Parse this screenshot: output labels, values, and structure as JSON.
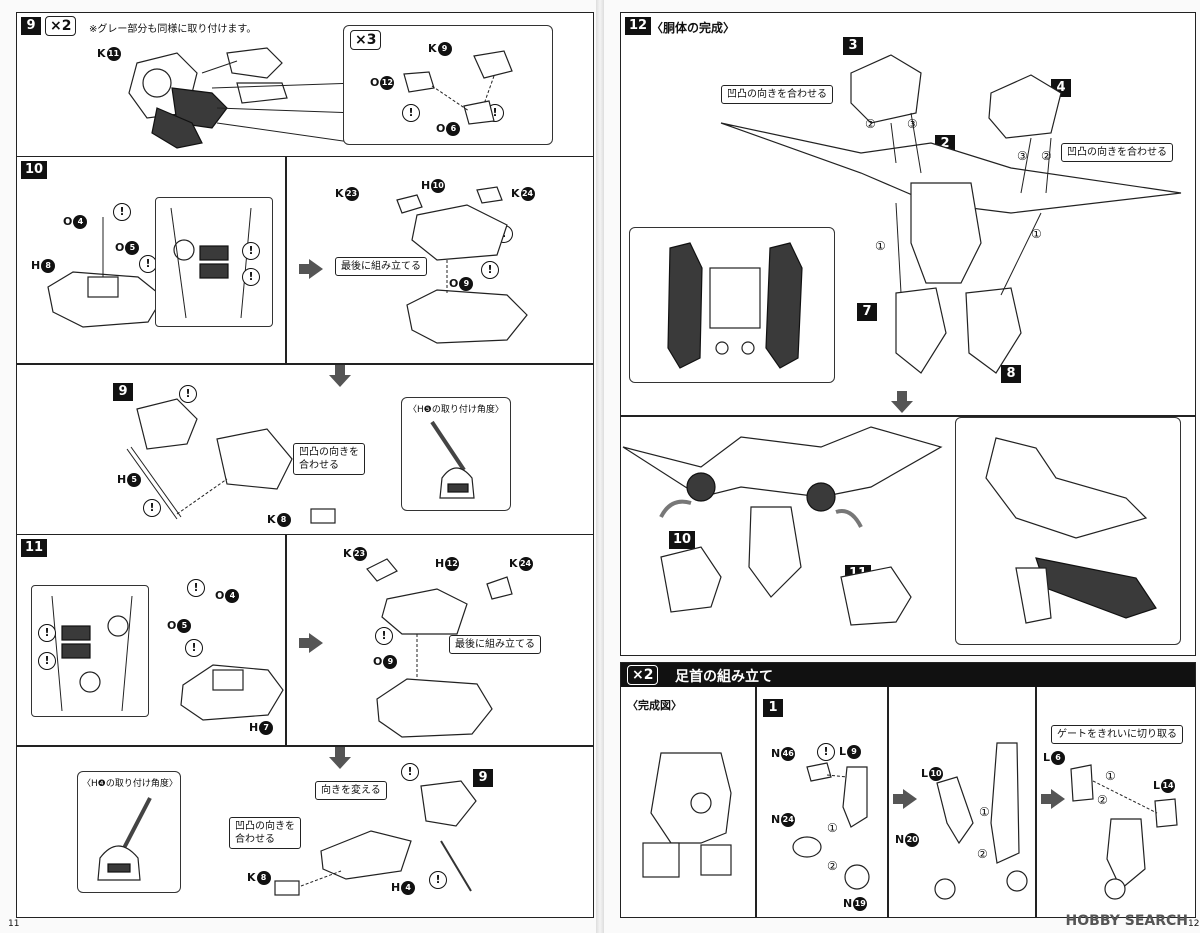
{
  "left_page": {
    "page_number": "11",
    "step9": {
      "number": "9",
      "multiplier": "×2",
      "note": "※グレー部分も同様に取り付けます。",
      "sub_multiplier": "×3",
      "labels": {
        "k11": "K",
        "k11_num": "11",
        "k9": "K",
        "k9_num": "9",
        "o12": "O",
        "o12_num": "12",
        "o6": "O",
        "o6_num": "6"
      }
    },
    "step10": {
      "number": "10",
      "labels": {
        "o4": "O",
        "o4_num": "4",
        "o5": "O",
        "o5_num": "5",
        "h8": "H",
        "h8_num": "8",
        "h10": "H",
        "h10_num": "10",
        "k23": "K",
        "k23_num": "23",
        "k24": "K",
        "k24_num": "24",
        "o9": "O",
        "o9_num": "9"
      },
      "assemble_last": "最後に組み立てる",
      "sub_step": "9",
      "h5": "H",
      "h5_num": "5",
      "align_notch": "凹凸の向きを\n合わせる",
      "k8": "K",
      "k8_num": "8",
      "angle_title": "〈H❺の取り付け角度〉"
    },
    "step11": {
      "number": "11",
      "labels": {
        "o4": "O",
        "o4_num": "4",
        "o5": "O",
        "o5_num": "5",
        "h7": "H",
        "h7_num": "7",
        "h12": "H",
        "h12_num": "12",
        "k23": "K",
        "k23_num": "23",
        "k24": "K",
        "k24_num": "24",
        "o9": "O",
        "o9_num": "9"
      },
      "assemble_last": "最後に組み立てる",
      "angle_title": "〈H❹の取り付け角度〉",
      "change_direction": "向きを変える",
      "sub_step": "9",
      "align_notch": "凹凸の向きを\n合わせる",
      "k8": "K",
      "k8_num": "8",
      "h4": "H",
      "h4_num": "4"
    }
  },
  "right_page": {
    "page_number": "12",
    "step12": {
      "number": "12",
      "title": "〈胴体の完成〉",
      "align_left": "凹凸の向きを合わせる",
      "align_right": "凹凸の向きを合わせる",
      "markers": [
        "3",
        "4",
        "2",
        "7",
        "8",
        "10",
        "11"
      ],
      "circled": [
        "①",
        "②",
        "③"
      ]
    },
    "ankle": {
      "multiplier": "×2",
      "title": "足首の組み立て",
      "complete_label": "〈完成図〉",
      "step_number": "1",
      "gate_note": "ゲートをきれいに切り取る",
      "labels": {
        "n46": "N",
        "n46_num": "46",
        "l9": "L",
        "l9_num": "9",
        "n24": "N",
        "n24_num": "24",
        "n19": "N",
        "n19_num": "19",
        "l10": "L",
        "l10_num": "10",
        "n20": "N",
        "n20_num": "20",
        "l6": "L",
        "l6_num": "6",
        "l14": "L",
        "l14_num": "14"
      }
    },
    "watermark": "HOBBY SEARCH"
  }
}
